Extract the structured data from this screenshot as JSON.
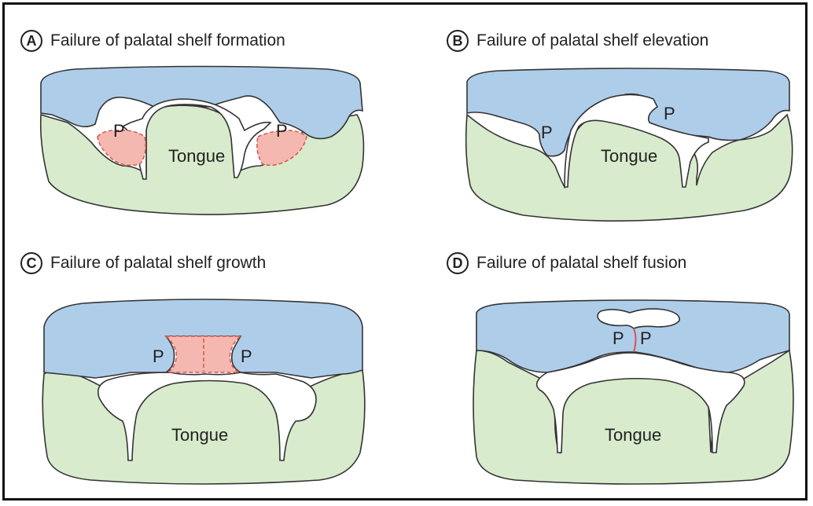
{
  "panels": [
    {
      "letter": "A",
      "title": "Failure of palatal shelf formation",
      "tongue": "Tongue",
      "p_left": "P",
      "p_right": "P"
    },
    {
      "letter": "B",
      "title": "Failure of palatal shelf elevation",
      "tongue": "Tongue",
      "p_left": "P",
      "p_right": "P"
    },
    {
      "letter": "C",
      "title": "Failure of palatal shelf growth",
      "tongue": "Tongue",
      "p_left": "P",
      "p_right": "P"
    },
    {
      "letter": "D",
      "title": "Failure of palatal shelf fusion",
      "tongue": "Tongue",
      "p_left": "P",
      "p_right": "P"
    }
  ],
  "colors": {
    "maxilla": "#aecde9",
    "mandible_tongue": "#d8ebcc",
    "defect": "#f4b8b0",
    "defect_outline": "#d9534f"
  }
}
